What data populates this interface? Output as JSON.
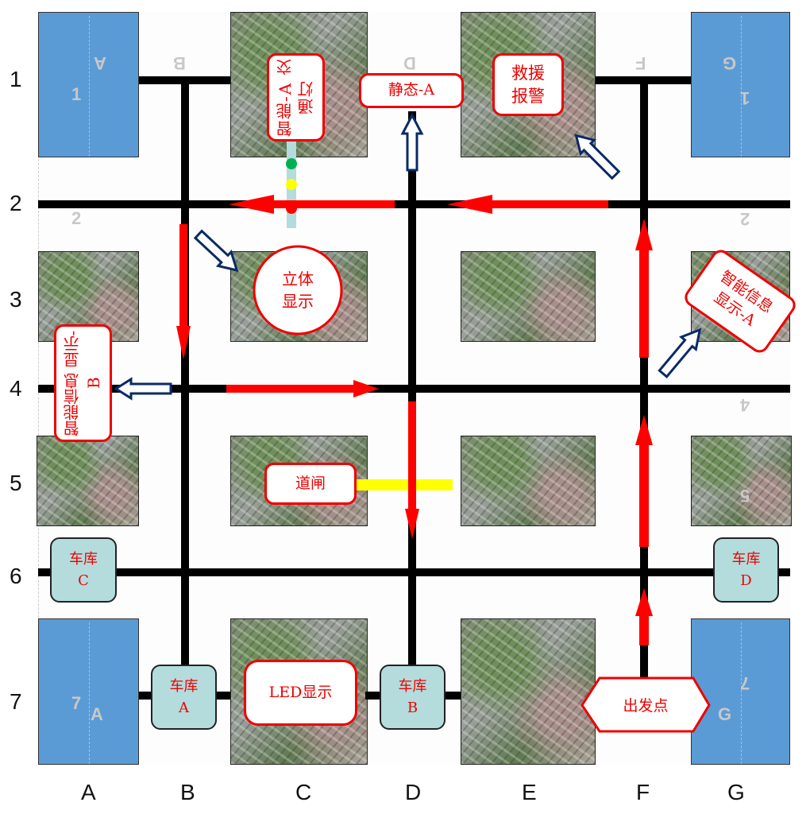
{
  "rows": [
    "1",
    "2",
    "3",
    "4",
    "5",
    "6",
    "7"
  ],
  "columns": [
    "A",
    "B",
    "C",
    "D",
    "E",
    "F",
    "G"
  ],
  "ghost_labels": {
    "b": "B",
    "d": "D",
    "f": "F",
    "a1": "A",
    "n1": "1",
    "g1": "G",
    "n1b": "1",
    "two_l": "2",
    "two_r": "2",
    "four_r": "4",
    "five_r": "5",
    "a7": "A",
    "n7": "7",
    "g7": "G",
    "n7b": "7"
  },
  "callouts": {
    "traffic_light": "智能-A 交通灯",
    "static": "静态-A",
    "rescue": "救援\n报警",
    "stereo": "立体\n显示",
    "info_b": "智能信息 显示-B",
    "info_a": "智能信息\n显示-A",
    "barrier": "道闸",
    "led": "LED显示",
    "start": "出发点"
  },
  "garages": {
    "a": "车库\nA",
    "b": "车库\nB",
    "c": "车库\nC",
    "d": "车库\nD"
  },
  "colors": {
    "road": "#000000",
    "route": "#ff0000",
    "callout_border": "#e00000",
    "garage": "#b4dcdc",
    "block": "#5b9bd5",
    "barrier": "#ffff00",
    "pointer": "#0a2a66"
  }
}
